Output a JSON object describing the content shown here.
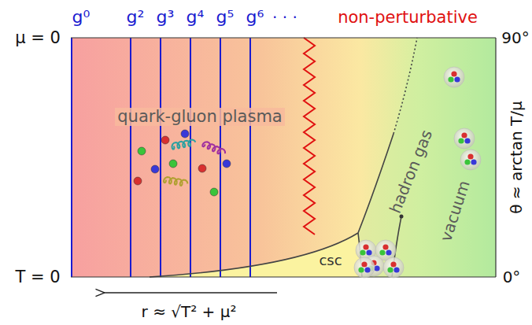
{
  "diagram": {
    "labels": [
      "g⁰",
      "g²",
      "g³",
      "g⁴",
      "g⁵",
      "g⁶",
      "· · ·",
      "non-perturbative",
      "μ = 0",
      "T = 0",
      "90°",
      "0°",
      "θ ≈ arctan T/μ",
      "quark-gluon plasma",
      "hadron gas",
      "vacuum",
      "csc",
      "r ≈ √T² + μ²"
    ]
  }
}
